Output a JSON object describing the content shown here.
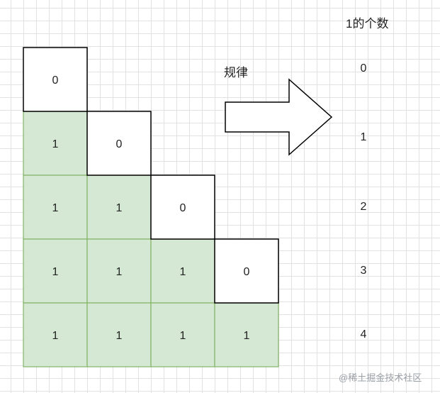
{
  "header": {
    "count_label": "1的个数"
  },
  "rule": {
    "label": "规律"
  },
  "grid": {
    "rows": [
      [
        "0"
      ],
      [
        "1",
        "0"
      ],
      [
        "1",
        "1",
        "0"
      ],
      [
        "1",
        "1",
        "1",
        "0"
      ],
      [
        "1",
        "1",
        "1",
        "1"
      ]
    ]
  },
  "counts": [
    "0",
    "1",
    "2",
    "3",
    "4"
  ],
  "colors": {
    "one_fill": "#d5e8d4",
    "one_stroke": "#82b366",
    "zero_fill": "#ffffff",
    "zero_stroke": "#000000",
    "arrow_stroke": "#000000"
  },
  "icons": {
    "arrow": "right-arrow-icon"
  },
  "watermark": {
    "text": "@稀土掘金技术社区"
  }
}
